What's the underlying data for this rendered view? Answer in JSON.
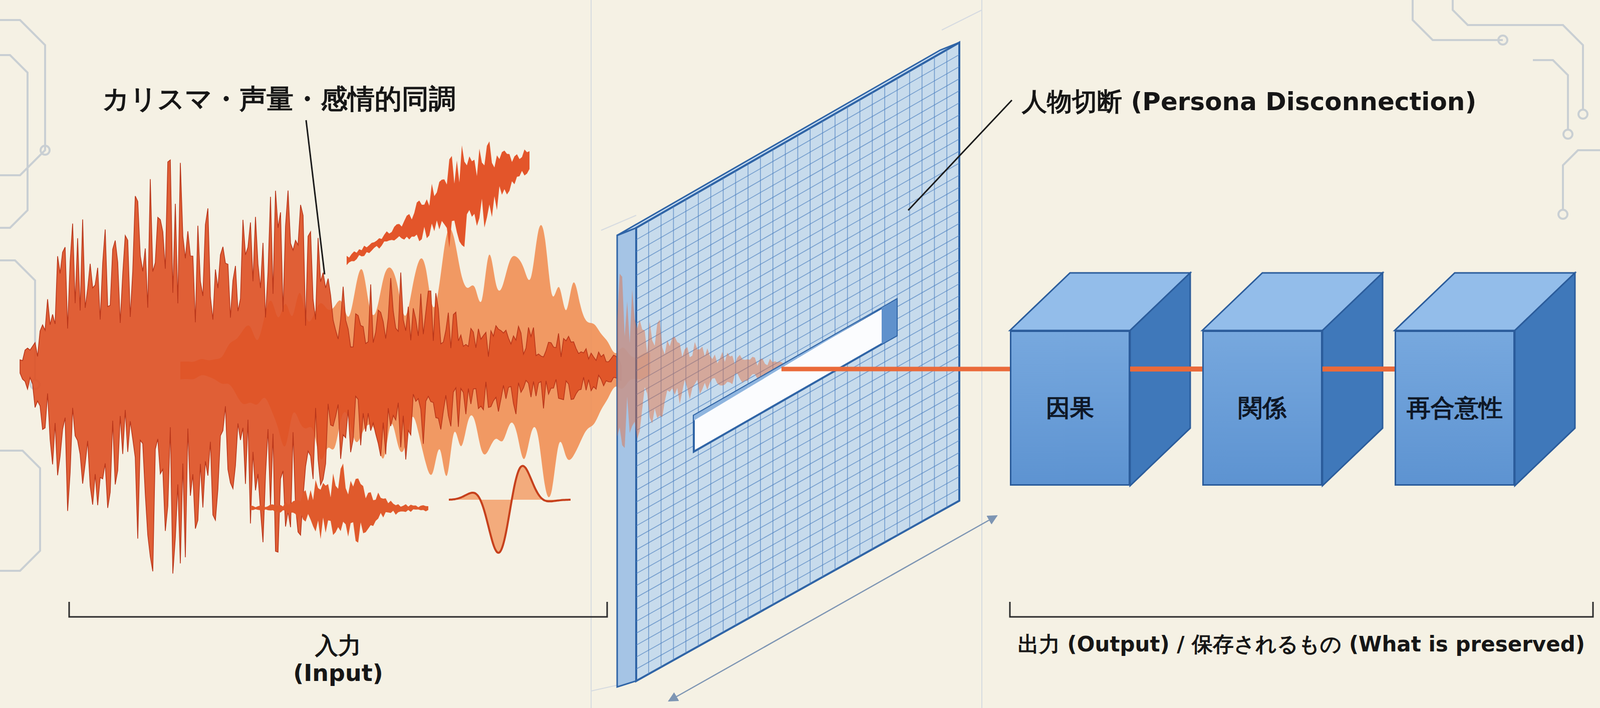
{
  "diagram": {
    "nodes": [
      {
        "text": [
          "因果"
        ]
      },
      {
        "text": [
          "関係"
        ]
      },
      {
        "text": [
          "再合意性"
        ]
      }
    ],
    "edges": [
      {
        "from": 0,
        "to": 1,
        "arrow": "none"
      },
      {
        "from": 1,
        "to": 2,
        "arrow": "none"
      }
    ],
    "labels": [
      "カリスマ・声量・感情的同調",
      "人物切断 (Persona Disconnection)",
      "入力 (Input)",
      "出力 (Output) / 保存されるもの (What is preserved)"
    ]
  }
}
